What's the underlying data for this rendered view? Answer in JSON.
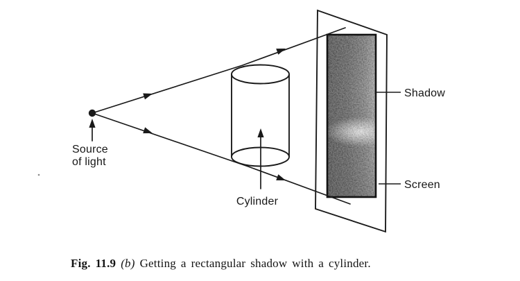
{
  "figure": {
    "labels": {
      "source_line1": "Source",
      "source_line2": "of light",
      "cylinder": "Cylinder",
      "shadow": "Shadow",
      "screen": "Screen"
    }
  },
  "caption": {
    "figure_number": "Fig. 11.9",
    "part_label": "(b)",
    "text": "Getting a rectangular shadow with a cylinder."
  },
  "colors": {
    "ink": "#1a1a1a",
    "background": "#ffffff",
    "shadow_darkest": "#121212",
    "shadow_dark": "#2e2e2e",
    "shadow_mid": "#5f5f5f",
    "shadow_light": "#989898"
  }
}
